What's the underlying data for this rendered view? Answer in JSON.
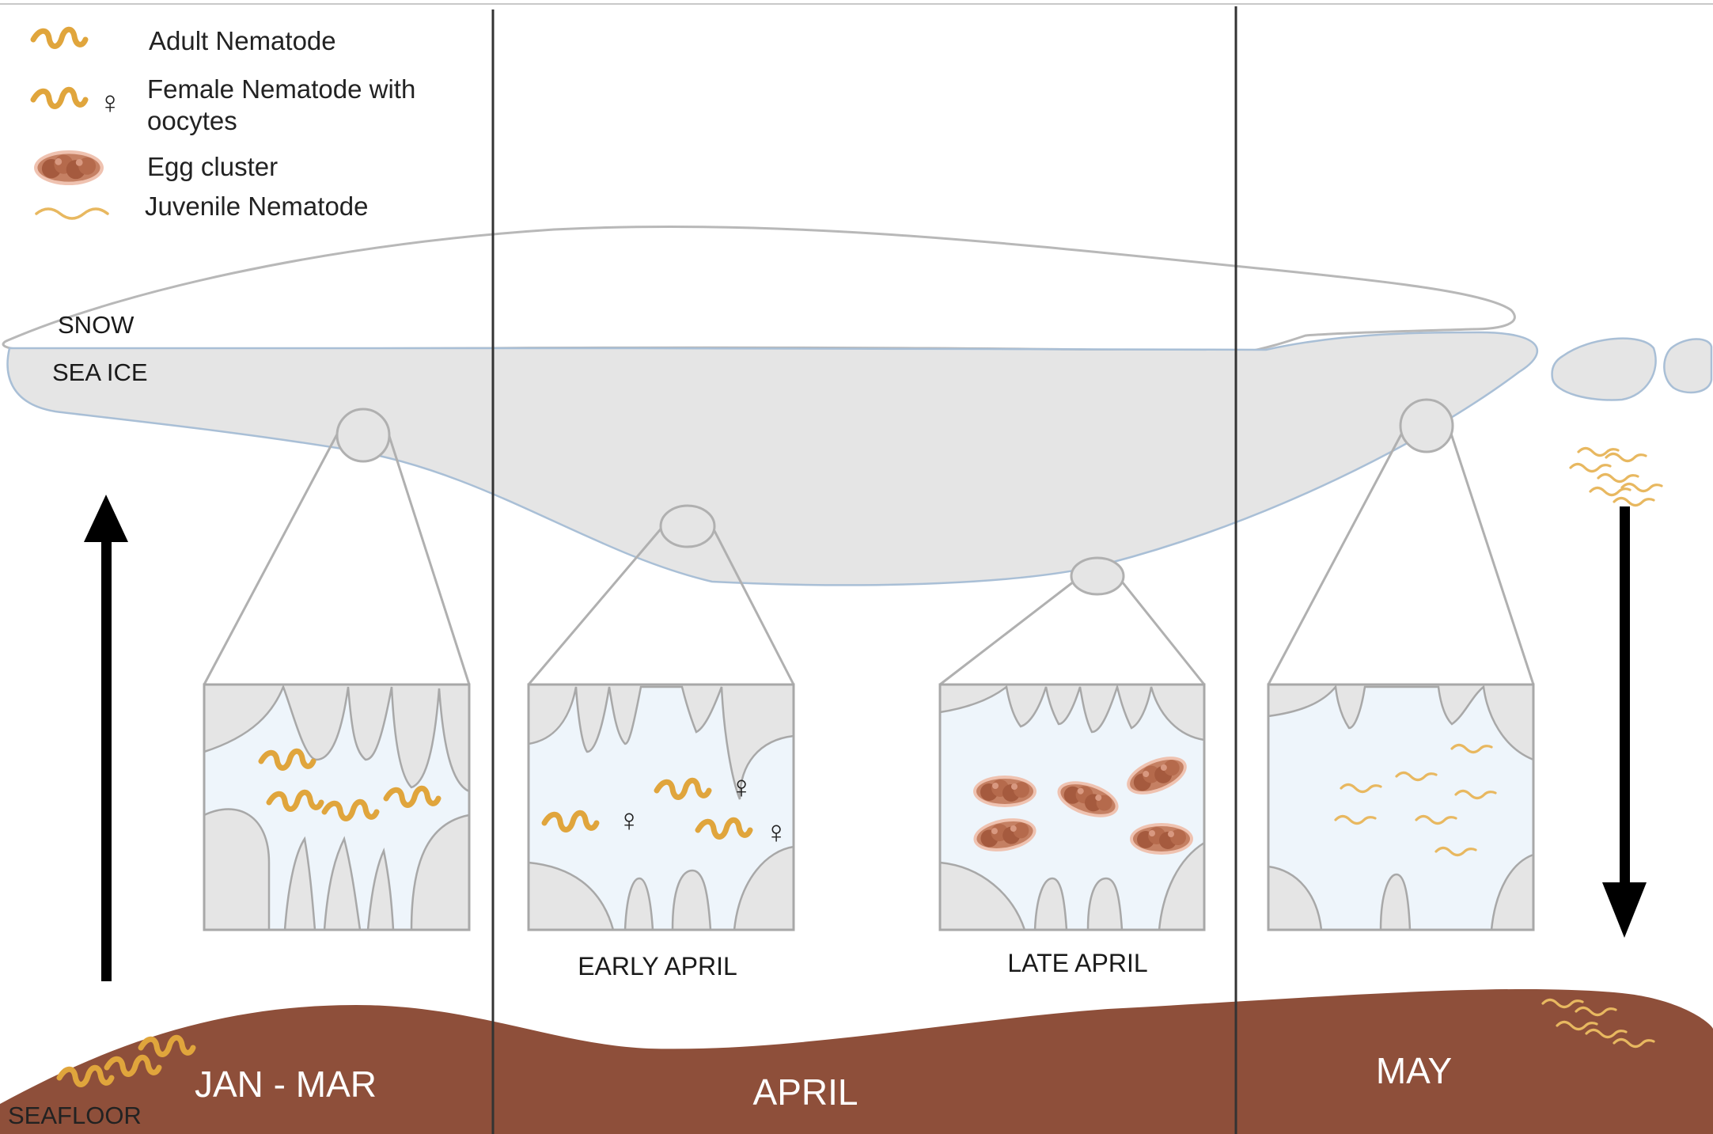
{
  "legend": {
    "adult": "Adult Nematode",
    "female": "Female Nematode with oocytes",
    "female_line1": "Female Nematode with",
    "female_line2": "oocytes",
    "egg": "Egg cluster",
    "juvenile": "Juvenile Nematode",
    "female_symbol": "♀"
  },
  "layers": {
    "snow": "SNOW",
    "sea_ice": "SEA ICE",
    "seafloor": "SEAFLOOR"
  },
  "stages": {
    "early_april": "EARLY APRIL",
    "late_april": "LATE APRIL"
  },
  "months": {
    "jan_mar": "JAN - MAR",
    "april": "APRIL",
    "may": "MAY"
  },
  "colors": {
    "nematode": "#e0a53c",
    "juvenile": "#e8b860",
    "egg": "#b5684b",
    "seafloor": "#8e4f3a",
    "ice": "#e5e5e5",
    "brine": "#eef5fb",
    "arrow": "#000000"
  }
}
